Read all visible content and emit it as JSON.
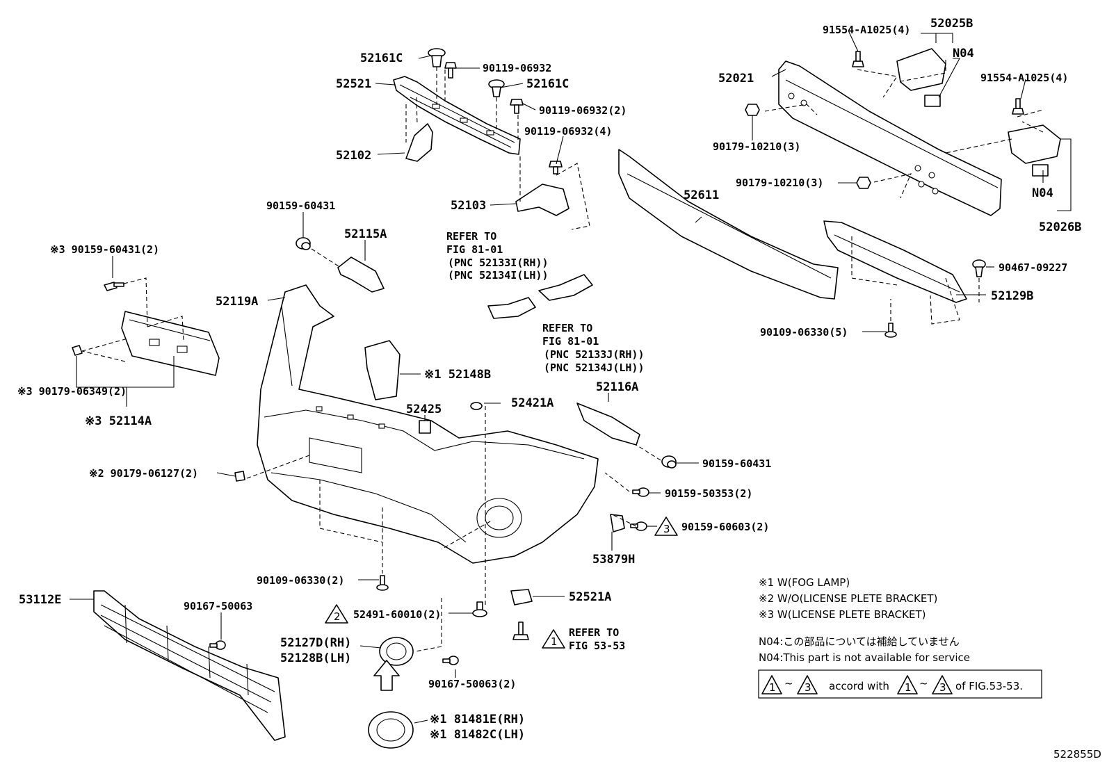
{
  "labels": {
    "p52161c_a": "52161C",
    "p90119_06932": "90119-06932",
    "p52521": "52521",
    "p52161c_b": "52161C",
    "p90119_06932_2": "90119-06932(2)",
    "p90119_06932_4": "90119-06932(4)",
    "p52102": "52102",
    "p52103": "52103",
    "p90159_60431_a": "90159-60431",
    "p52115a": "52115A",
    "p3_90159_60431_2": "※3 90159-60431(2)",
    "p52119a": "52119A",
    "p3_90179_06349_2": "※3 90179-06349(2)",
    "p3_52114a": "※3 52114A",
    "p1_52148b": "※1 52148B",
    "p52425": "52425",
    "p52421a": "52421A",
    "p52116a": "52116A",
    "p2_90179_06127_2": "※2 90179-06127(2)",
    "p90159_60431_b": "90159-60431",
    "p90159_50353_2": "90159-50353(2)",
    "p90159_60603_2": "90159-60603(2)",
    "p53879h": "53879H",
    "p90109_06330_2": "90109-06330(2)",
    "p53112e": "53112E",
    "p90167_50063": "90167-50063",
    "p52521a": "52521A",
    "p52491_60010_2": "52491-60010(2)",
    "p52127d": "52127D(RH)",
    "p52128b": "52128B(LH)",
    "p90167_50063_2": "90167-50063(2)",
    "p1_81481e": "※1 81481E(RH)",
    "p1_81482c": "※1 81482C(LH)",
    "p91554_a1025_4a": "91554-A1025(4)",
    "p52025b": "52025B",
    "p52021": "52021",
    "pn04_a": "N04",
    "p91554_a1025_4b": "91554-A1025(4)",
    "p90179_10210_3a": "90179-10210(3)",
    "p52611": "52611",
    "p90179_10210_3b": "90179-10210(3)",
    "pn04_b": "N04",
    "p52026b": "52026B",
    "p90467_09227": "90467-09227",
    "p52129b": "52129B",
    "p90109_06330_5": "90109-06330(5)"
  },
  "refer_a": [
    "REFER TO",
    "FIG 81-01",
    "(PNC 52133I(RH))",
    "(PNC 52134I(LH))"
  ],
  "refer_b": [
    "REFER TO",
    "FIG 81-01",
    "(PNC 52133J(RH))",
    "(PNC 52134J(LH))"
  ],
  "refer_c": [
    "REFER TO",
    "FIG 53-53"
  ],
  "triangle_marks": {
    "t1": "1",
    "t2": "2",
    "t3": "3"
  },
  "legend": {
    "line1": "※1 W(FOG LAMP)",
    "line2": "※2 W/O(LICENSE PLETE BRACKET)",
    "line3": "※3 W(LICENSE PLETE BRACKET)",
    "n04_jp": "N04:この部品については補給していません",
    "n04_en": "N04:This part is not available for service",
    "box_tri1": "1",
    "box_tilde": "~",
    "box_tri3": "3",
    "box_accord": "accord with",
    "box_tri1b": "1",
    "box_tilde_b": "~",
    "box_tri3b": "3",
    "box_fig": "of FIG.53-53."
  },
  "figure_code": "522855D"
}
